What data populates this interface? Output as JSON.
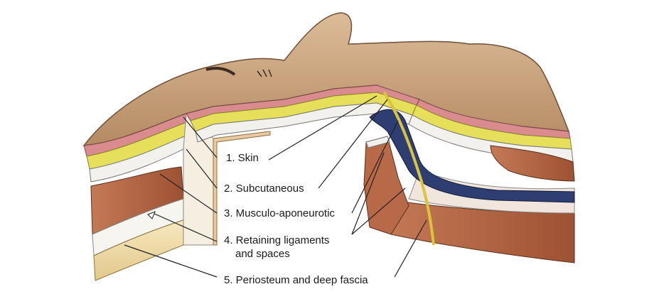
{
  "labels": {
    "skin": "1. Skin",
    "subcutaneous": "2. Subcutaneous",
    "musculo": "3. Musculo-aponeurotic",
    "retaining_line1": "4. Retaining ligaments",
    "retaining_line2": "and spaces",
    "periosteum": "5. Periosteum and deep fascia"
  },
  "colors": {
    "skin_surface": "#cdaa84",
    "dermis": "#d98b8e",
    "fat": "#e6df5a",
    "muscle": "#b86a48",
    "fascia_white": "#f3f1ee",
    "periosteum": "#efdca7",
    "vessel": "#2e3e72"
  }
}
